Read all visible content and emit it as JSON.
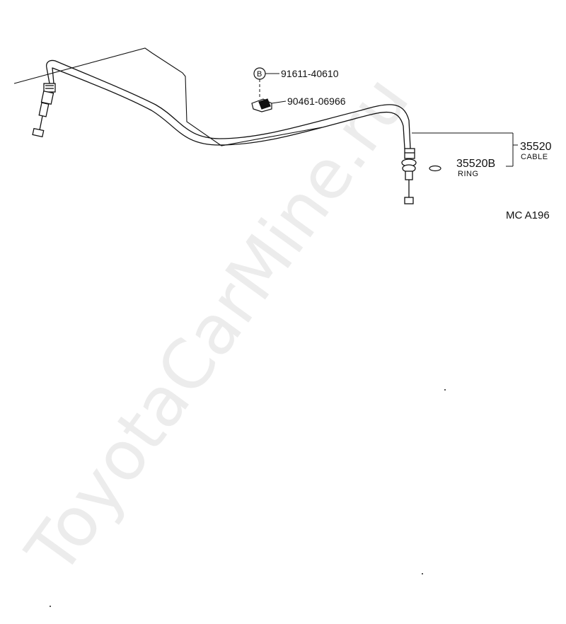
{
  "parts": {
    "bolt_code": "B",
    "bolt_number": "91611-40610",
    "clamp_number": "90461-06966",
    "cable_number": "35520",
    "cable_name": "CABLE",
    "ring_number": "35520B",
    "ring_name": "RING"
  },
  "diagram_code": "MC  A196",
  "watermark": "ToyotaCarMine.ru"
}
